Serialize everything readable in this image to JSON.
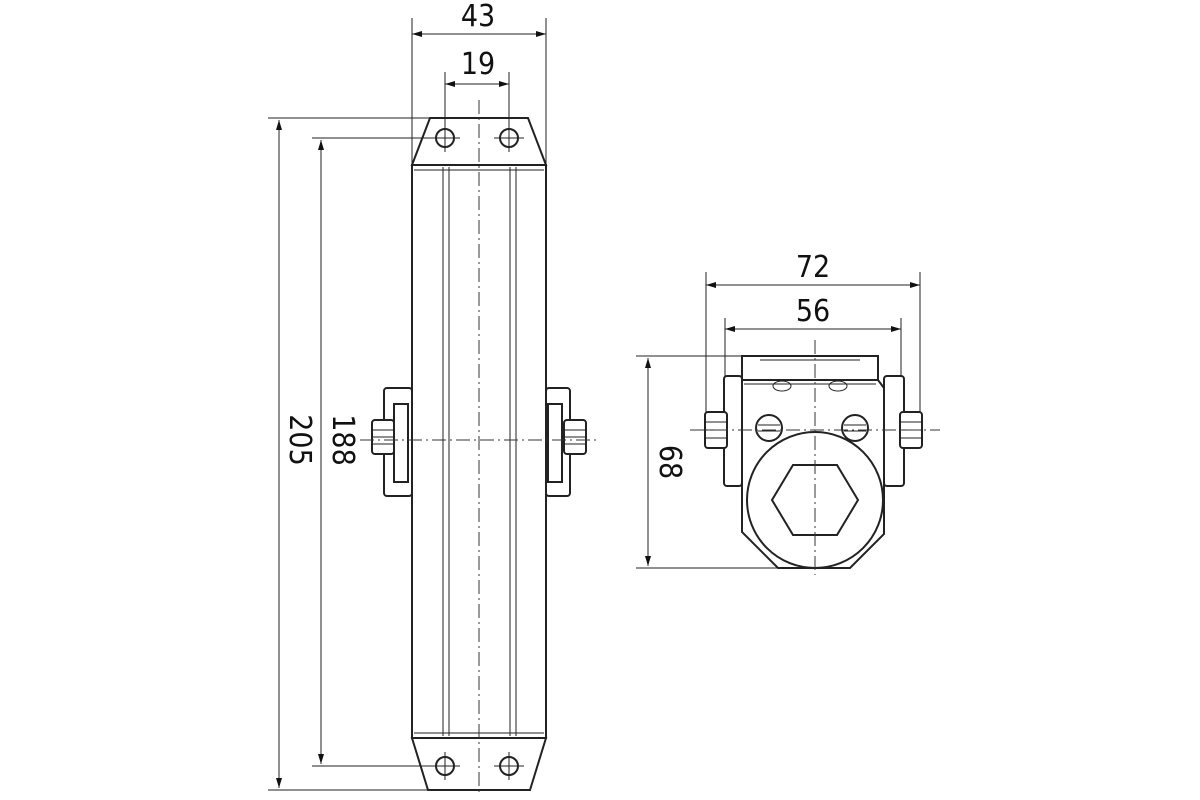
{
  "drawing": {
    "side_view": {
      "dim_total_width": "43",
      "dim_hole_spacing": "19",
      "dim_total_length": "205",
      "dim_hole_length": "188"
    },
    "end_view": {
      "dim_overall_width": "72",
      "dim_body_width": "56",
      "dim_height": "68"
    }
  }
}
